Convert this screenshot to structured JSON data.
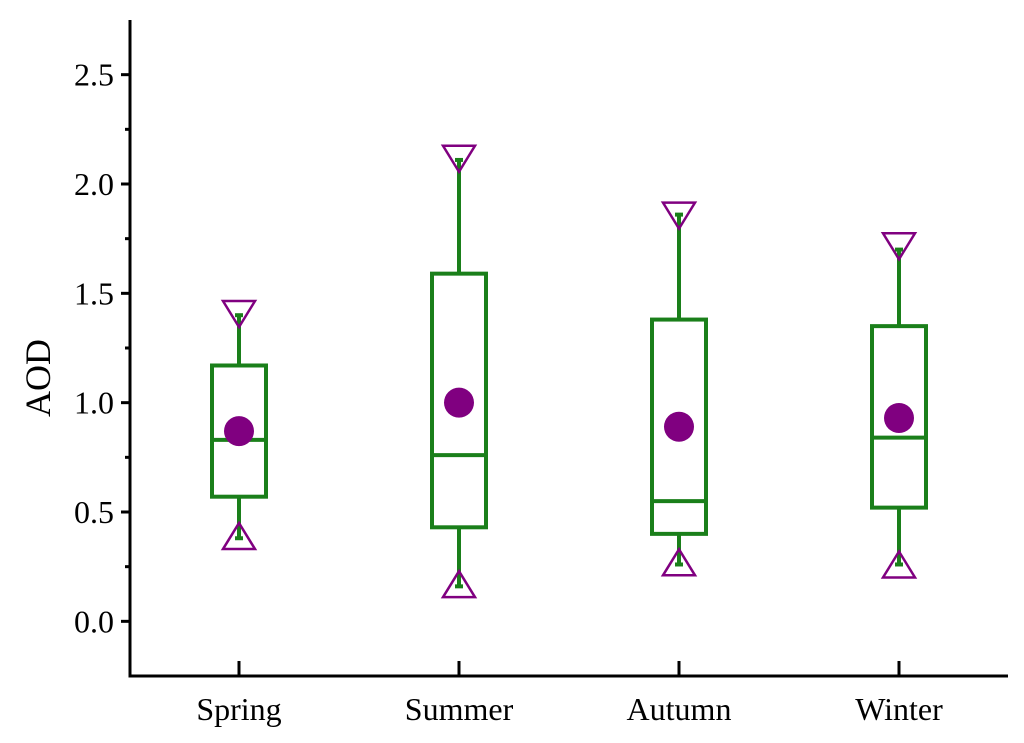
{
  "chart_data": {
    "type": "box",
    "ylabel": "AOD",
    "xlabel": "",
    "ylim": [
      -0.25,
      2.75
    ],
    "yticks": [
      "0.0",
      "0.5",
      "1.0",
      "1.5",
      "2.0",
      "2.5"
    ],
    "grid": false,
    "categories": [
      "Spring",
      "Summer",
      "Autumn",
      "Winter"
    ],
    "boxes": [
      {
        "category": "Spring",
        "whisker_low": 0.38,
        "q1": 0.57,
        "median": 0.83,
        "q3": 1.17,
        "whisker_high": 1.4,
        "mean": 0.87,
        "min": 0.39,
        "max": 1.41
      },
      {
        "category": "Summer",
        "whisker_low": 0.16,
        "q1": 0.43,
        "median": 0.76,
        "q3": 1.59,
        "whisker_high": 2.11,
        "mean": 1.0,
        "min": 0.17,
        "max": 2.12
      },
      {
        "category": "Autumn",
        "whisker_low": 0.26,
        "q1": 0.4,
        "median": 0.55,
        "q3": 1.38,
        "whisker_high": 1.86,
        "mean": 0.89,
        "min": 0.27,
        "max": 1.86
      },
      {
        "category": "Winter",
        "whisker_low": 0.26,
        "q1": 0.52,
        "median": 0.84,
        "q3": 1.35,
        "whisker_high": 1.7,
        "mean": 0.93,
        "min": 0.26,
        "max": 1.72
      }
    ],
    "colors": {
      "box": "#1a7f1a",
      "mean": "#800080",
      "extreme": "#800080",
      "axis": "#000000"
    }
  }
}
